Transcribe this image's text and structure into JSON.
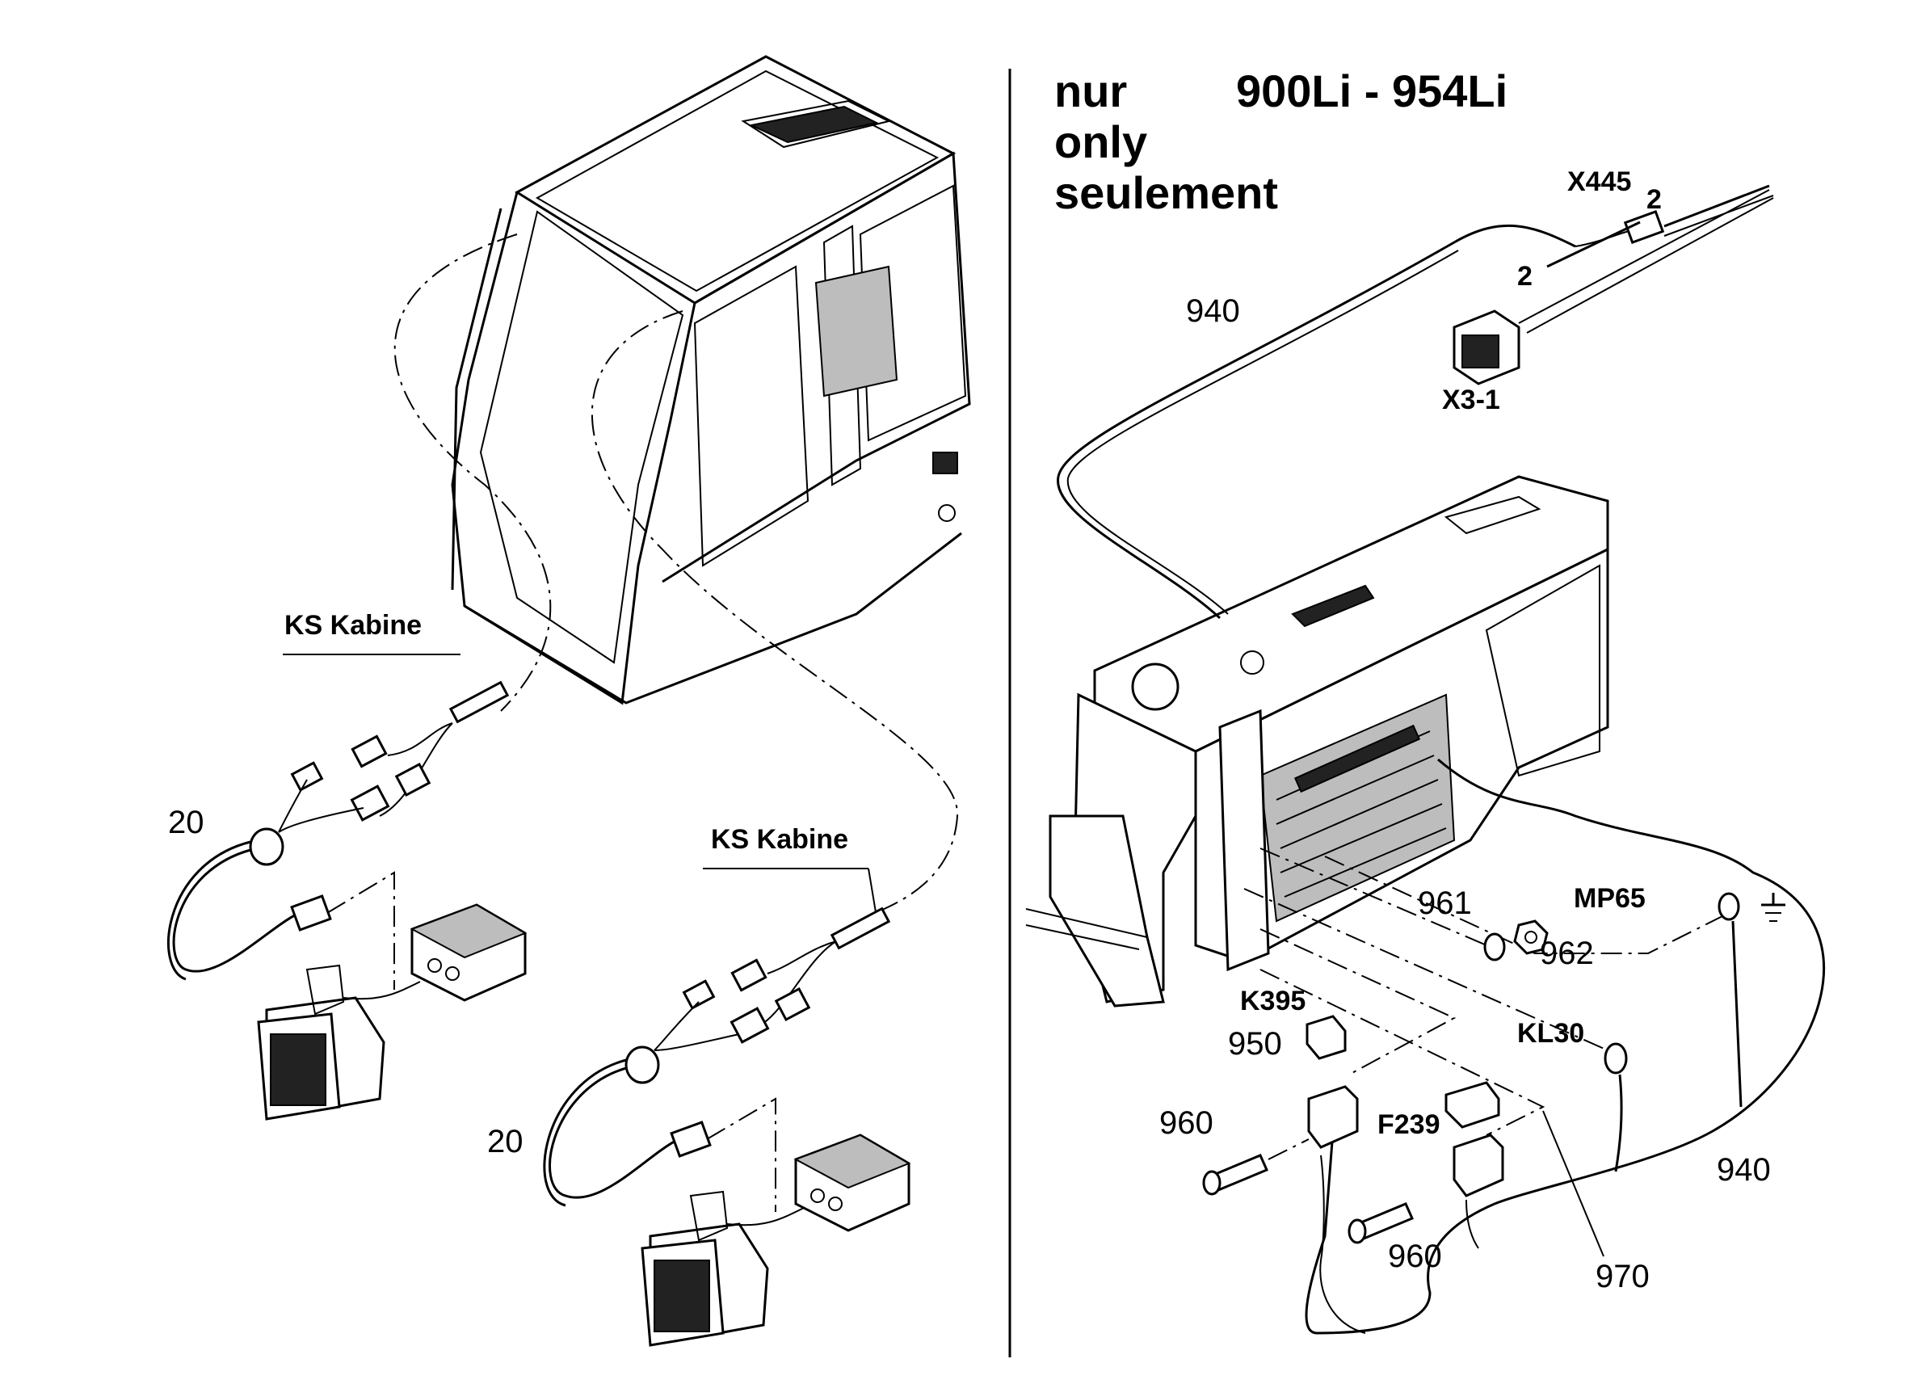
{
  "header": {
    "restriction_de": "nur",
    "restriction_en": "only",
    "restriction_fr": "seulement",
    "models": "900Li - 954Li"
  },
  "left_view": {
    "upper_harness_label": "KS Kabine",
    "upper_item": "20",
    "lower_harness_label": "KS Kabine",
    "lower_item": "20"
  },
  "right_view": {
    "connector_x445": "X445",
    "pin_x445": "2",
    "pin_x3": "2",
    "connector_x3": "X3-1",
    "cable_top": "940",
    "item_961": "961",
    "item_962": "962",
    "mp65": "MP65",
    "relay": "K395",
    "item_950": "950",
    "item_960_left": "960",
    "fuse": "F239",
    "kl30": "KL30",
    "cable_right": "940",
    "item_960_bottom": "960",
    "item_970": "970"
  }
}
